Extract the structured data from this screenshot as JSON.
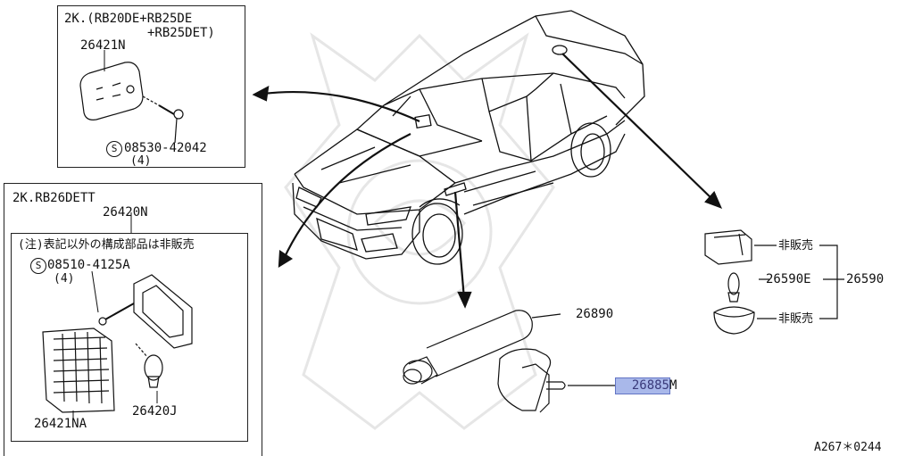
{
  "diagram_id": "A267＊0244",
  "box_top": {
    "engine_note_line1": "2K.(RB20DE+RB25DE",
    "engine_note_line2": "+RB25DET)",
    "lamp_part": "26421N",
    "screw_part": "08530-42042",
    "screw_qty": "(4)",
    "s_mark": "S"
  },
  "box_left": {
    "engine_note": "2K.RB26DETT",
    "assembly_part": "26420N",
    "note": "(注)表記以外の構成部品は非販売",
    "screw_part": "08510-4125A",
    "screw_qty": "(4)",
    "s_mark": "S",
    "lens_part": "26421NA",
    "bulb_part": "26420J"
  },
  "right_assembly": {
    "not_sold_top": "非販売",
    "bulb_part": "26590E",
    "assembly_part": "26590",
    "not_sold_bottom": "非販売"
  },
  "center_parts": {
    "flashlight_part": "26890",
    "holder_part": "26885M",
    "highlighted_part": "26885"
  }
}
